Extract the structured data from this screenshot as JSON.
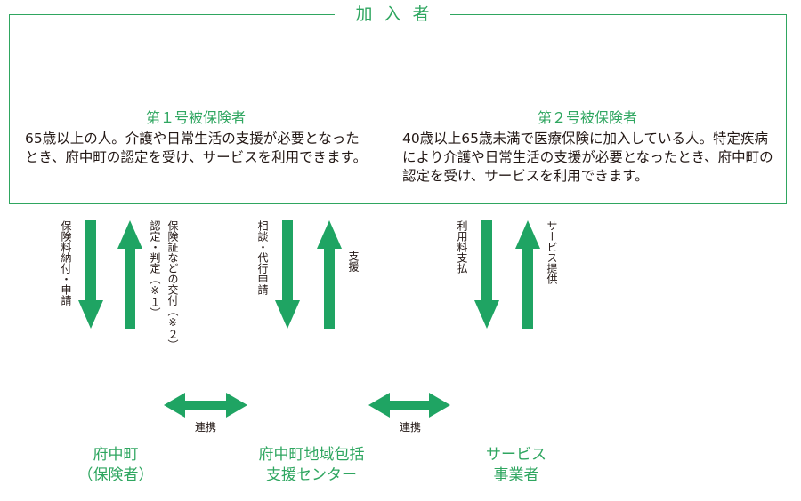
{
  "frame": {
    "title": "加入者"
  },
  "insured1": {
    "title": "第１号被保険者",
    "description": "65歳以上の人。介護や日常生活の支援が必要となったとき、府中町の認定を受け、サービスを利用できます。"
  },
  "insured2": {
    "title": "第２号被保険者",
    "description": "40歳以上65歳未満で医療保険に加入している人。特定疾病により介護や日常生活の支援が必要となったとき、府中町の認定を受け、サービスを利用できます。"
  },
  "flows": {
    "premium": "保険料納付・申請",
    "certification": "認定・判定（※１）",
    "insurance_card": "保険証などの交付（※２）",
    "consultation": "相談・代行申請",
    "support": "支援",
    "usage_fee": "利用料支払",
    "service_provision": "サービス提供",
    "cooperation_left": "連携",
    "cooperation_right": "連携"
  },
  "entities": {
    "fuchu": {
      "line1": "府中町",
      "line2": "（保険者）"
    },
    "center": {
      "line1": "府中町地域包括",
      "line2": "支援センター"
    },
    "provider": {
      "line1": "サービス",
      "line2": "事業者"
    }
  },
  "colors": {
    "accent": "#2fa660",
    "arrow": "#1fa463",
    "text": "#231815"
  }
}
